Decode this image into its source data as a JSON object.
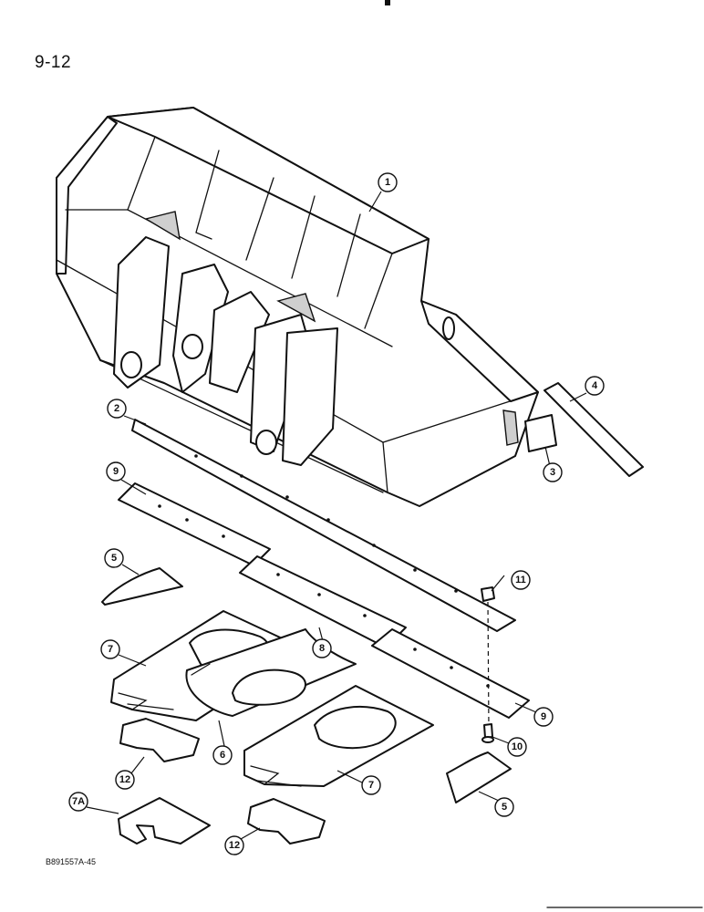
{
  "page_number": "9-12",
  "figure_code": "B891557A-45",
  "callouts": [
    "1",
    "2",
    "3",
    "4",
    "5",
    "5",
    "6",
    "7",
    "7",
    "7A",
    "8",
    "9",
    "9",
    "10",
    "11",
    "12",
    "12"
  ]
}
